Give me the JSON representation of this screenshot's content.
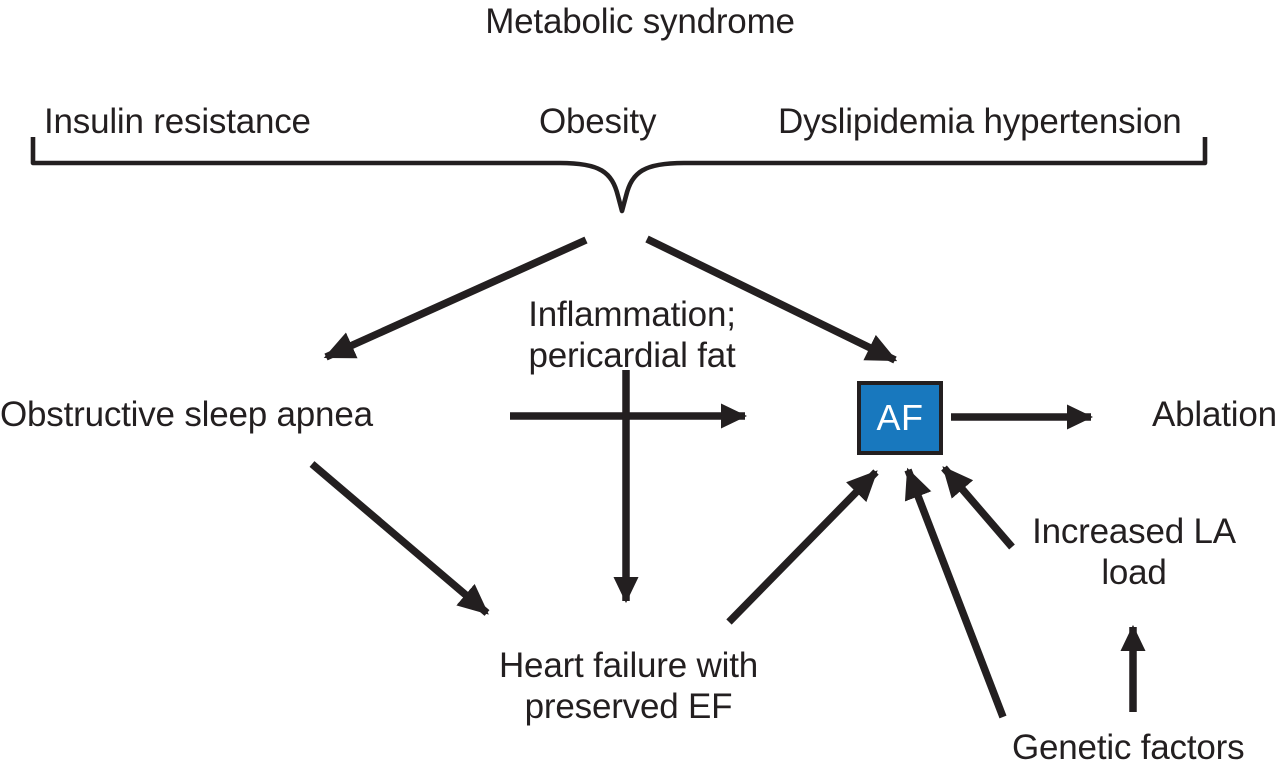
{
  "diagram": {
    "title": "Metabolic syndrome",
    "background_color": "#ffffff",
    "ink_color": "#231f20",
    "accent_color": "#1878be",
    "nodes": {
      "metabolic_syndrome": "Metabolic syndrome",
      "insulin_resistance": "Insulin resistance",
      "obesity": "Obesity",
      "dyslipidemia_hypertension": "Dyslipidemia hypertension",
      "inflammation_pericardial_fat": "Inflammation; pericardial fat",
      "obstructive_sleep_apnea": "Obstructive sleep apnea",
      "af": "AF",
      "ablation": "Ablation",
      "increased_la_load": "Increased LA load",
      "heart_failure_preserved_ef": "Heart failure with preserved EF",
      "genetic_factors": "Genetic factors"
    },
    "edges": [
      {
        "from": "Metabolic syndrome",
        "to": "Obstructive sleep apnea",
        "style": "arrow-diagonal-down-left"
      },
      {
        "from": "Metabolic syndrome",
        "to": "AF",
        "style": "arrow-diagonal-down-right"
      },
      {
        "from": "Inflammation; pericardial fat",
        "to": "AF",
        "style": "arrow-horizontal-right"
      },
      {
        "from": "Inflammation; pericardial fat",
        "to": "Heart failure with preserved EF",
        "style": "arrow-vertical-down"
      },
      {
        "from": "Obstructive sleep apnea",
        "to": "Heart failure with preserved EF",
        "style": "arrow-diagonal-down-right"
      },
      {
        "from": "Heart failure with preserved EF",
        "to": "AF",
        "style": "arrow-diagonal-up-right"
      },
      {
        "from": "Genetic factors",
        "to": "AF",
        "style": "arrow-diagonal-up-left"
      },
      {
        "from": "Increased LA load",
        "to": "AF",
        "style": "arrow-diagonal-up-left"
      },
      {
        "from": "Genetic factors",
        "to": "Increased LA load",
        "style": "arrow-vertical-up"
      },
      {
        "from": "AF",
        "to": "Ablation",
        "style": "arrow-horizontal-right"
      }
    ],
    "brace": {
      "groups": [
        "Insulin resistance",
        "Obesity",
        "Dyslipidemia hypertension"
      ],
      "points_to": "Metabolic syndrome"
    }
  }
}
